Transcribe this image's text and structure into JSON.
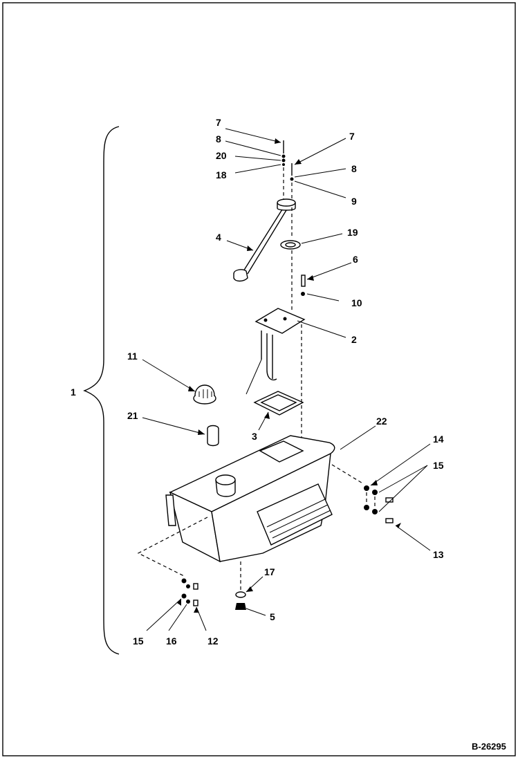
{
  "diagram": {
    "drawing_number": "B-26295",
    "callouts": {
      "c1": "1",
      "c2": "2",
      "c3": "3",
      "c4": "4",
      "c5": "5",
      "c6": "6",
      "c7a": "7",
      "c7b": "7",
      "c8a": "8",
      "c8b": "8",
      "c9": "9",
      "c10": "10",
      "c11": "11",
      "c12": "12",
      "c13": "13",
      "c14": "14",
      "c15a": "15",
      "c15b": "15",
      "c16": "16",
      "c17": "17",
      "c18": "18",
      "c19": "19",
      "c20": "20",
      "c21": "21",
      "c22": "22"
    },
    "colors": {
      "ink": "#000000",
      "paper": "#ffffff"
    }
  }
}
